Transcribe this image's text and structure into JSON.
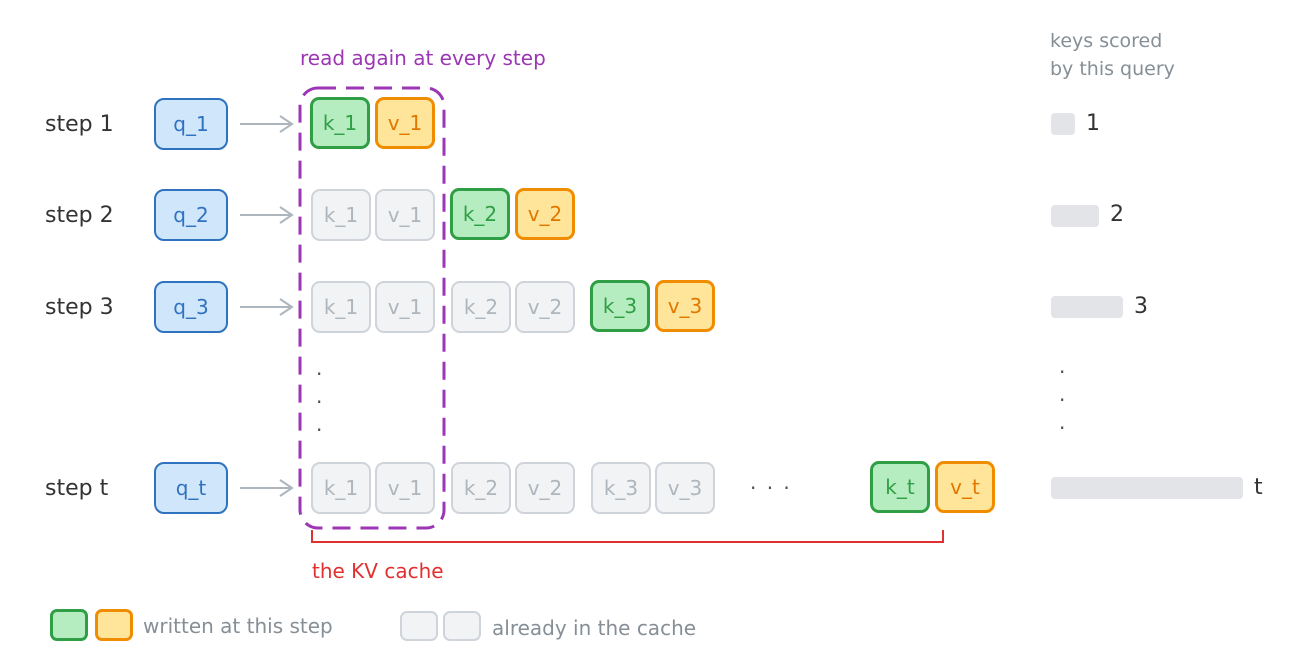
{
  "title_read_again": "read again at every step",
  "cache_label": "the KV cache",
  "right_header": [
    "keys scored",
    "by this query"
  ],
  "dots": "· · ·",
  "vdot": ".",
  "legend": {
    "written": "written at this step",
    "cached": "already in the cache"
  },
  "rows": [
    {
      "step": "step 1",
      "q": "q_1",
      "old": [],
      "k": "k_1",
      "v": "v_1",
      "count": "1"
    },
    {
      "step": "step 2",
      "q": "q_2",
      "old": [
        [
          "k_1",
          "v_1"
        ]
      ],
      "k": "k_2",
      "v": "v_2",
      "count": "2"
    },
    {
      "step": "step 3",
      "q": "q_3",
      "old": [
        [
          "k_1",
          "v_1"
        ],
        [
          "k_2",
          "v_2"
        ]
      ],
      "k": "k_3",
      "v": "v_3",
      "count": "3"
    },
    {
      "step": "step t",
      "q": "q_t",
      "old": [
        [
          "k_1",
          "v_1"
        ],
        [
          "k_2",
          "v_2"
        ],
        [
          "k_3",
          "v_3"
        ]
      ],
      "k": "k_t",
      "v": "v_t",
      "count": "t"
    }
  ],
  "colors": {
    "query_border": "#2f72c0",
    "key_new": "#2f9e44",
    "value_new": "#f08c00",
    "cached_border": "#ced4da",
    "dashed_region": "#9c36b5",
    "cache_bracket": "#e03131"
  }
}
